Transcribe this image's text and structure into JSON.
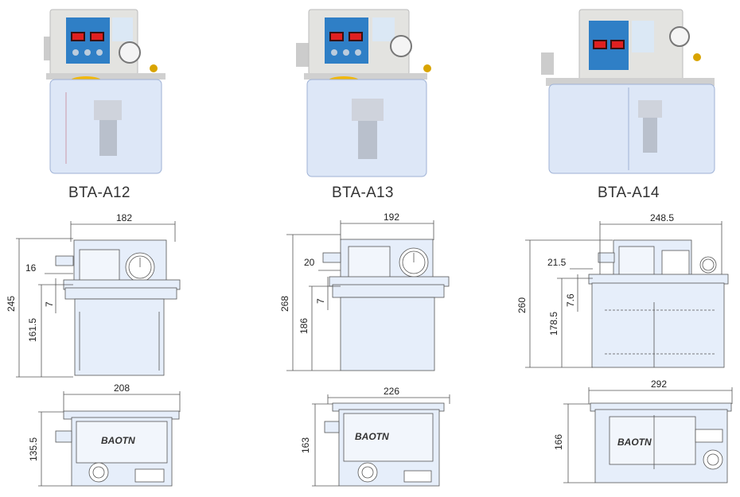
{
  "products": [
    {
      "model": "BTA-A12",
      "front_view": {
        "width": "182",
        "height": "245",
        "lower_height": "161.5",
        "offset_a": "16",
        "offset_b": "7"
      },
      "top_view": {
        "width": "208",
        "depth": "135.5"
      },
      "logo_text": "BAOTN"
    },
    {
      "model": "BTA-A13",
      "front_view": {
        "width": "192",
        "height": "268",
        "lower_height": "186",
        "offset_a": "20",
        "offset_b": "7"
      },
      "top_view": {
        "width": "226",
        "depth": "163"
      },
      "logo_text": "BAOTN"
    },
    {
      "model": "BTA-A14",
      "front_view": {
        "width": "248.5",
        "height": "260",
        "lower_height": "178.5",
        "offset_a": "21.5",
        "offset_b": "7.6"
      },
      "top_view": {
        "width": "292",
        "depth": "166"
      },
      "logo_text": "BAOTN"
    }
  ],
  "colors": {
    "panel_blue": "#2f7fc6",
    "display_red": "#e02020",
    "tank_tint": "#dde7f7",
    "drawing_fill": "#e6eefa",
    "cap_yellow": "#f2b705",
    "housing_grey": "#e3e3e0"
  }
}
